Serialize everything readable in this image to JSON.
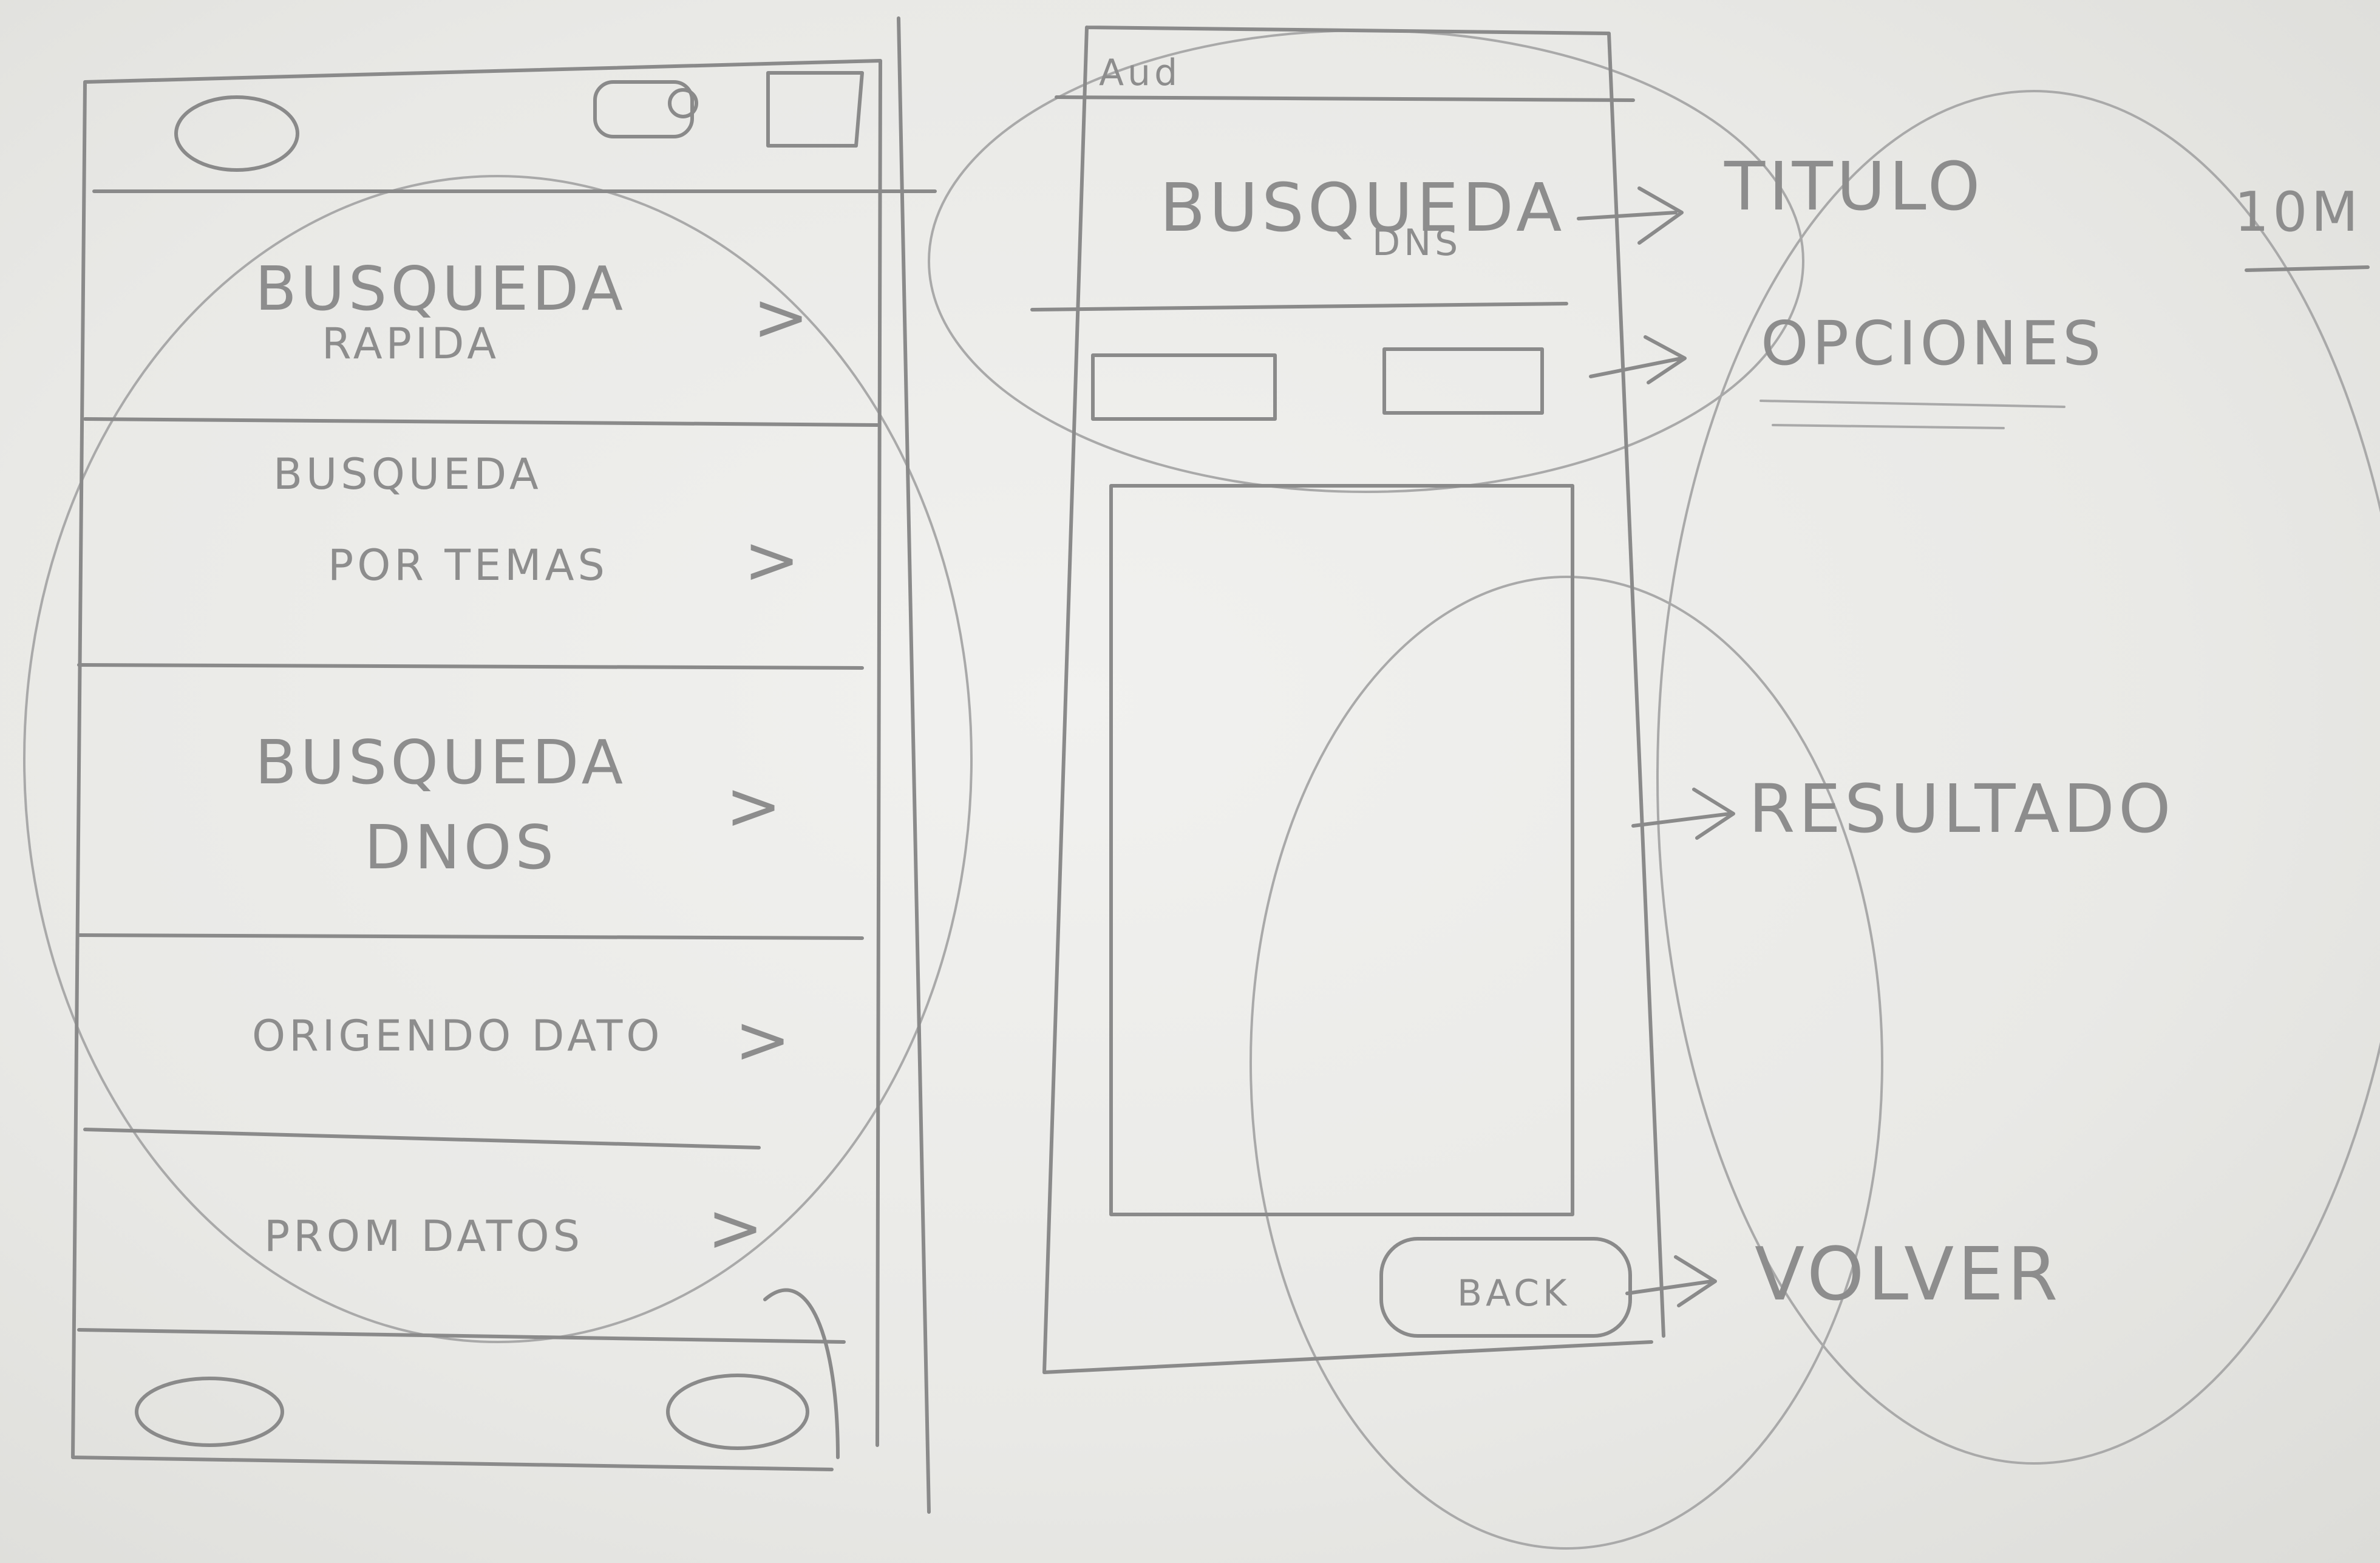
{
  "left_screen": {
    "menu_items": [
      {
        "label_line1": "BUSQUEDA",
        "label_line2": "RAPIDA",
        "chevron": ">"
      },
      {
        "label_line1": "BUSQUEDA",
        "label_line2": "POR TEMAS",
        "chevron": ">"
      },
      {
        "label_line1": "BUSQUEDA",
        "label_line2": "DNOS",
        "chevron": ">"
      },
      {
        "label_line1": "ORIGENDO DATO",
        "label_line2": "",
        "chevron": ">"
      },
      {
        "label_line1": "PROM DATOS",
        "label_line2": "",
        "chevron": ">"
      }
    ]
  },
  "right_screen": {
    "top_label": "Aud",
    "title_line1": "BUSQUEDA",
    "title_line2": "DNS",
    "back_button": "BACK"
  },
  "annotations": {
    "titulo": "TITULO",
    "opciones": "OPCIONES",
    "resultado": "RESULTADO",
    "volver": "VOLVER",
    "corner": "10M"
  }
}
